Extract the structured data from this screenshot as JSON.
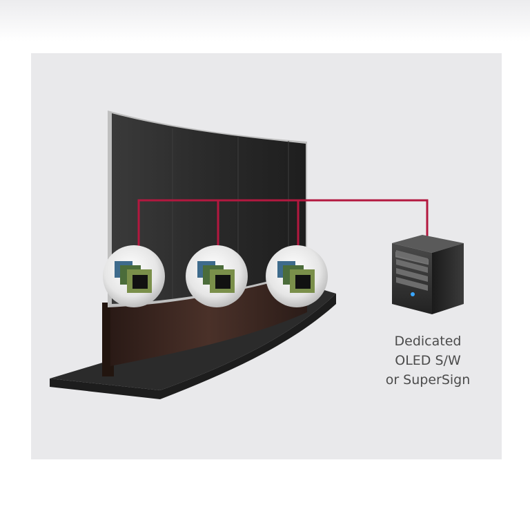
{
  "server_label": {
    "line1": "Dedicated",
    "line2": "OLED S/W",
    "line3": "or SuperSign"
  },
  "colors": {
    "panel_bg": "#e9e9eb",
    "connector_line": "#b3183f",
    "screen": "#2c2c2c",
    "stand": "#3a2620",
    "base": "#262626",
    "label_text": "#4b4b4b"
  },
  "icons": {
    "chip_badges": [
      "chip-icon",
      "chip-icon",
      "chip-icon"
    ],
    "server": "server-tower-icon"
  }
}
